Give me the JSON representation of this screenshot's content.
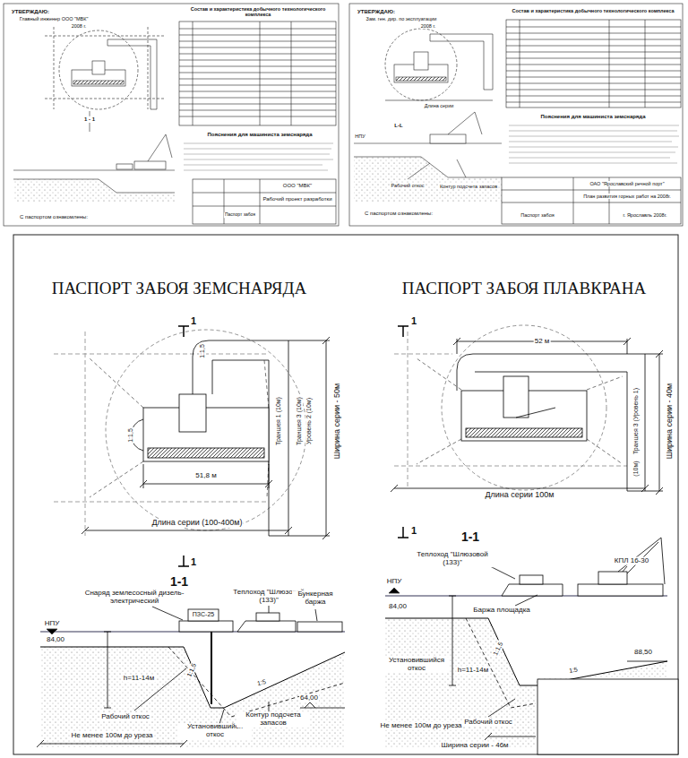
{
  "diagram": {
    "labels": [
      "УТВЕРЖДАЮ:",
      "Главный инженер ООО \"МВК\"",
      "2008 г.",
      "Состав и характеристика добычного технологического комплекса",
      "1 - 1",
      "Пояснения для машиниста земснаряда",
      "С паспортом ознакомлены:",
      "ООО \"МВК\"",
      "Рабочий проект разработки",
      "Паспорт забоя",
      "УТВЕРЖДАЮ:",
      "Зам. ген. дир. по эксплуатации",
      "2008 г.",
      "Состав и характеристика добычного технологического комплекса",
      "Пояснения для машиниста земснаряда",
      "L-L",
      "НПУ",
      "Рабочий откос",
      "Контур подсчета запасов",
      "С паспортом ознакомлены:",
      "ОАО \"Ярославский речной порт\"",
      "План развития горных работ на 2008г.",
      "Паспорт забоя",
      "г. Ярославль 2008г.",
      "Длина серии",
      "ПАСПОРТ ЗАБОЯ ЗЕМСНАРЯДА",
      "1",
      "1",
      "1:1,5",
      "1:1,5",
      "51,8 м",
      "Длина серии (100-400м)",
      "Ширина серии - 50м",
      "Траншея 3 (10м)",
      "Уровень 2 (10м)",
      "Траншея 1 (10м)",
      "1-1",
      "Снаряд землесосный дизель-электрический",
      "Теплоход \"Шлюзовой (133)\"",
      "Бункерная баржа",
      "ПЗС-25",
      "НПУ",
      "84,00",
      "1:1,5",
      "1:5",
      "h=11-14м",
      "64,00",
      "Рабочий откос",
      "Установившийся откос",
      "Контур подсчета запасов",
      "Не менее 100м до уреза",
      "ПАСПОРТ ЗАБОЯ ПЛАВКРАНА",
      "1",
      "1",
      "52 м",
      "Длина серии 100м",
      "Ширина серии - 40м",
      "Траншея 3 (Уровень 1)",
      "(10м)",
      "1-1",
      "Теплоход \"Шлюзовой (133)\"",
      "КПЛ 16-30",
      "Баржа площадка",
      "НПУ",
      "84,00",
      "1:1,5",
      "1:5",
      "Установившийся откос",
      "h=11-14м",
      "88,50",
      "Рабочий откос",
      "Не менее 100м до уреза",
      "Ширина серии - 46м"
    ]
  }
}
